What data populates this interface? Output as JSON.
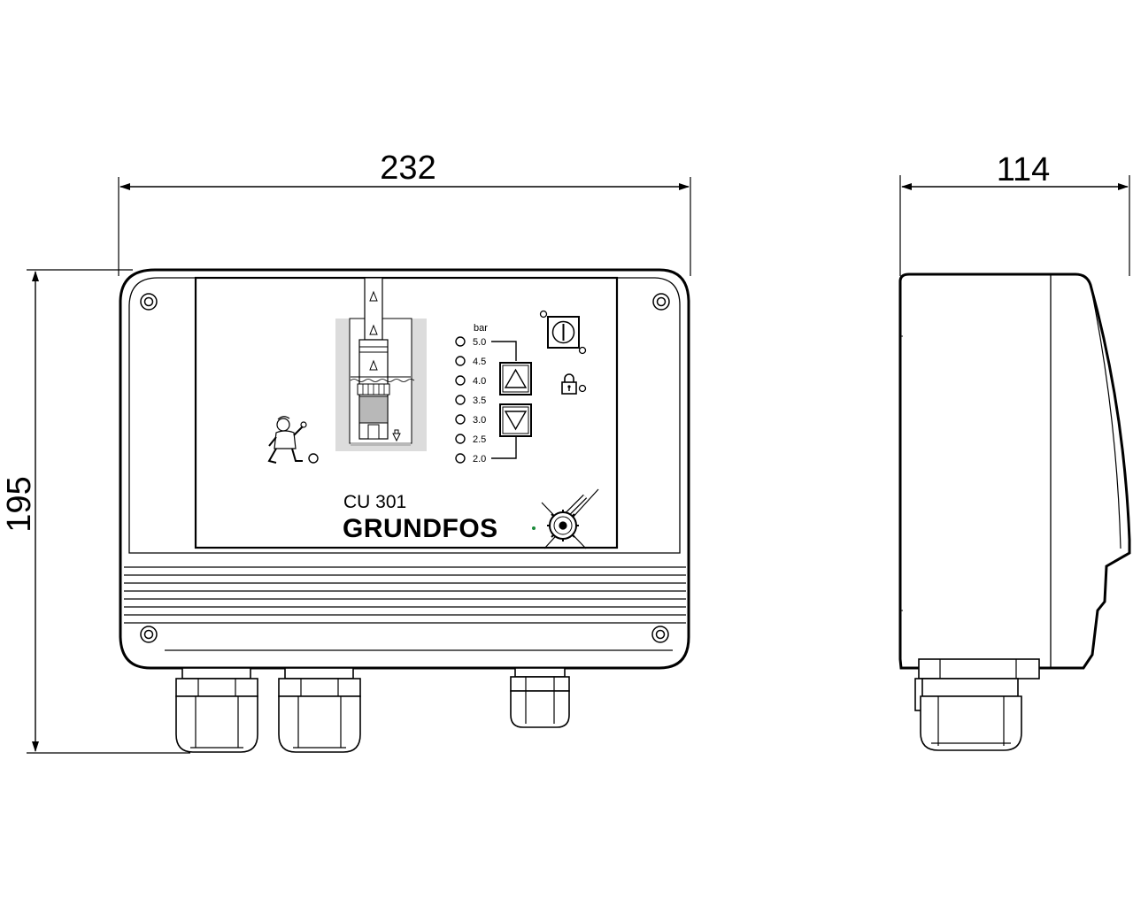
{
  "dimensions": {
    "width": "232",
    "height": "195",
    "depth": "114"
  },
  "panel": {
    "pressure_unit": "bar",
    "pressure_levels": [
      "5.0",
      "4.5",
      "4.0",
      "3.5",
      "3.0",
      "2.5",
      "2.0"
    ],
    "model": "CU 301",
    "brand": "GRUNDFOS",
    "brand_dot_color": "#1a8a3a"
  },
  "icons": [
    "up-arrow-button-icon",
    "down-arrow-button-icon",
    "power-button-icon",
    "lock-icon",
    "mechanic-figure-icon",
    "pump-well-icon",
    "grundfos-logo-icon"
  ]
}
